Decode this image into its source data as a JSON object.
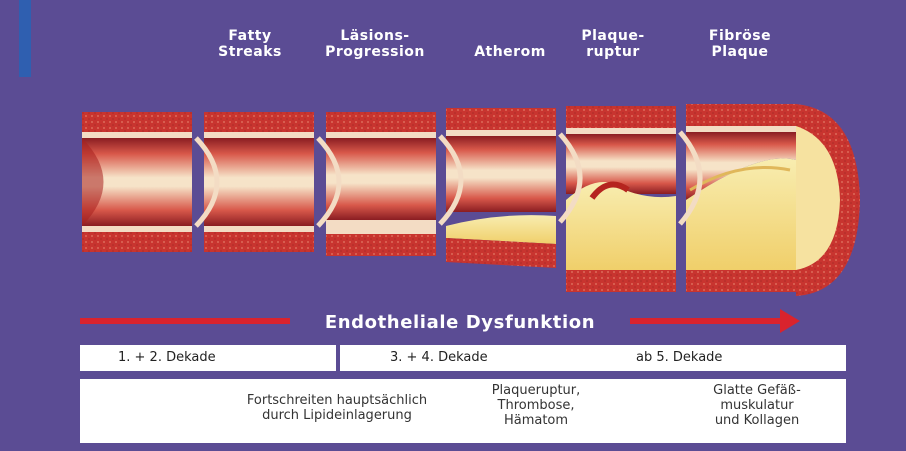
{
  "stages": [
    {
      "title": "Fatty\nStreaks"
    },
    {
      "title": "Läsions-\nProgression"
    },
    {
      "title": "Atherom"
    },
    {
      "title": "Plaque-\nruptur"
    },
    {
      "title": "Fibröse\nPlaque"
    }
  ],
  "arrow": {
    "label": "Endotheliale Dysfunktion",
    "color": "#d9232d"
  },
  "decades": [
    {
      "label": "1. + 2. Dekade"
    },
    {
      "label": "3. + 4. Dekade"
    },
    {
      "label": "ab 5. Dekade"
    }
  ],
  "descriptions": [
    {
      "text": "Fortschreiten hauptsächlich\ndurch Lipideinlagerung"
    },
    {
      "text": "Plaqueruptur,\nThrombose,\nHämatom"
    },
    {
      "text": "Glatte Gefäß-\nmuskulatur\nund Kollagen"
    }
  ],
  "colors": {
    "background": "#5b4c94",
    "accent": "#2f5fb0",
    "vessel_wall": "#c8342f",
    "plaque": "#f5e08a",
    "lumen": "#f2d2b0"
  }
}
